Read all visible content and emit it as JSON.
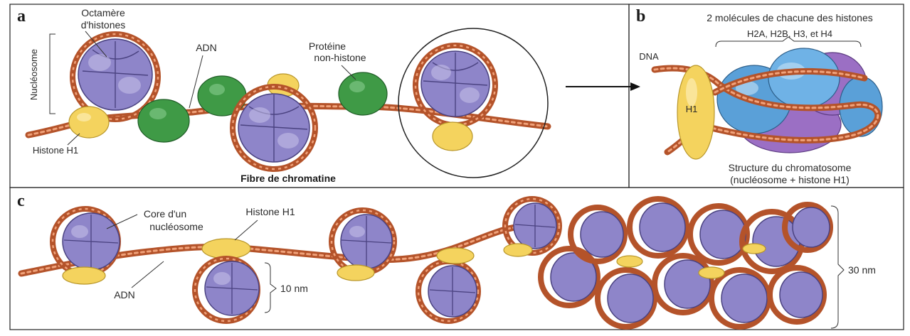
{
  "panels": {
    "a": {
      "letter": "a",
      "labels": {
        "octamer": [
          "Octamère",
          "d'histones"
        ],
        "nucleosome": "Nucléosome",
        "dna": "ADN",
        "nonhistone": [
          "Protéine",
          "non-histone"
        ],
        "h1": "Histone H1"
      },
      "caption": "Fibre de chromatine"
    },
    "b": {
      "letter": "b",
      "title": "2 molécules de chacune des histones",
      "histones": "H2A, H2B, H3,  et  H4",
      "dna": "DNA",
      "h1": "H1",
      "caption": [
        "Structure du chromatosome",
        "(nucléosome + histone H1)"
      ]
    },
    "c": {
      "letter": "c",
      "labels": {
        "core": [
          "Core d'un",
          "nucléosome"
        ],
        "h1": "Histone H1",
        "dna": "ADN",
        "size10": "10 nm",
        "size30": "30 nm"
      }
    }
  },
  "colors": {
    "dna": "#b4532a",
    "histone_octamer": "#8e85c9",
    "histone_h1": "#f4d35e",
    "nonhistone_protein": "#3f9a46",
    "h2a_h2b": "#5aa0d8",
    "h3_h4": "#9b6fc4"
  }
}
